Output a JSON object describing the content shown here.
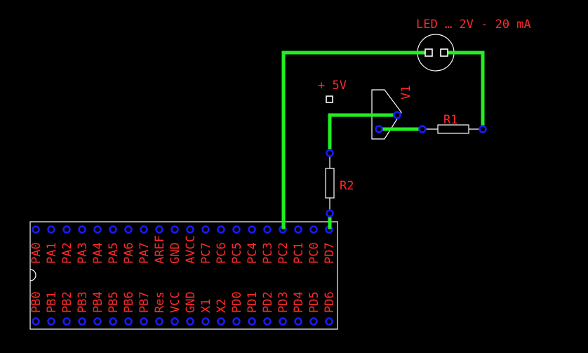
{
  "labels": {
    "led": "LED … 2V - 20 mA",
    "supply": "+ 5V",
    "v1": "V1",
    "r1": "R1",
    "r2": "R2"
  },
  "header": {
    "top_row": [
      "PA0",
      "PA1",
      "PA2",
      "PA3",
      "PA4",
      "PA5",
      "PA6",
      "PA7",
      "AREF",
      "GND",
      "AVCC",
      "PC7",
      "PC6",
      "PC5",
      "PC4",
      "PC3",
      "PC2",
      "PC1",
      "PC0",
      "PD7"
    ],
    "bottom_row": [
      "PB0",
      "PB1",
      "PB2",
      "PB3",
      "PB4",
      "PB5",
      "PB6",
      "PB7",
      "Res",
      "VCC",
      "GND",
      "X1",
      "X2",
      "PD0",
      "PD1",
      "PD2",
      "PD3",
      "PD4",
      "PD5",
      "PD6"
    ]
  },
  "colors": {
    "background": "#000000",
    "trace": "#22ee22",
    "pad": "#1a1aff",
    "silkscreen": "#ffffff",
    "text": "#ff2a2a"
  }
}
